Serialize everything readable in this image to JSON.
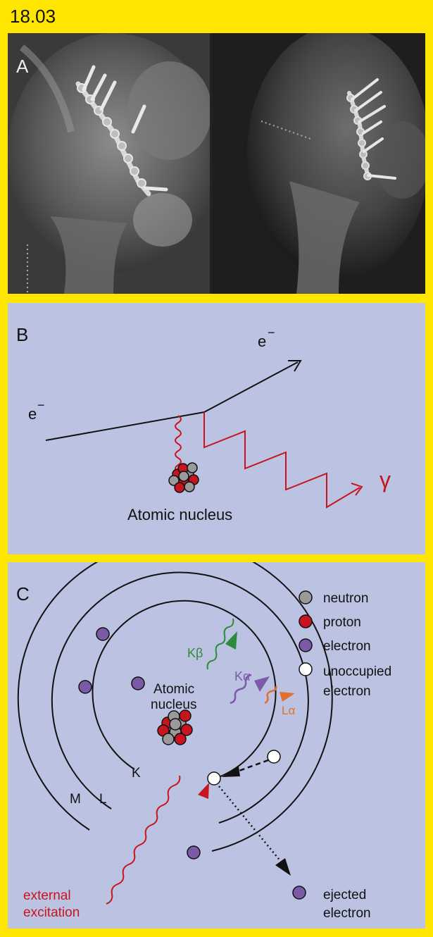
{
  "figure_number": "18.03",
  "panel_a": {
    "letter": "A"
  },
  "panel_b": {
    "letter": "B",
    "electron_in_label": "e",
    "electron_out_label": "e",
    "charge_sign": "−",
    "gamma_label": "γ",
    "nucleus_label": "Atomic nucleus"
  },
  "panel_c": {
    "letter": "C",
    "nucleus_label_line1": "Atomic",
    "nucleus_label_line2": "nucleus",
    "shell_k": "K",
    "shell_l": "L",
    "shell_m": "M",
    "k_beta": "Kβ",
    "k_alpha": "Kα",
    "l_alpha": "Lα",
    "external_line1": "external",
    "external_line2": "excitation",
    "ejected_line1": "ejected",
    "ejected_line2": "electron",
    "legend": [
      {
        "label": "neutron",
        "color": "#9a9a9a"
      },
      {
        "label": "proton",
        "color": "#c8141e"
      },
      {
        "label": "electron",
        "color": "#7b5ba8"
      },
      {
        "label": "unoccupied",
        "label2": "electron",
        "color": "#ffffff"
      }
    ]
  },
  "colors": {
    "frame": "#ffe600",
    "panel_bg": "#bcc3e2",
    "red": "#c8141e",
    "green": "#2e8b3c",
    "purple": "#7b5ba8",
    "orange": "#e07030",
    "neutron": "#9a9a9a"
  }
}
